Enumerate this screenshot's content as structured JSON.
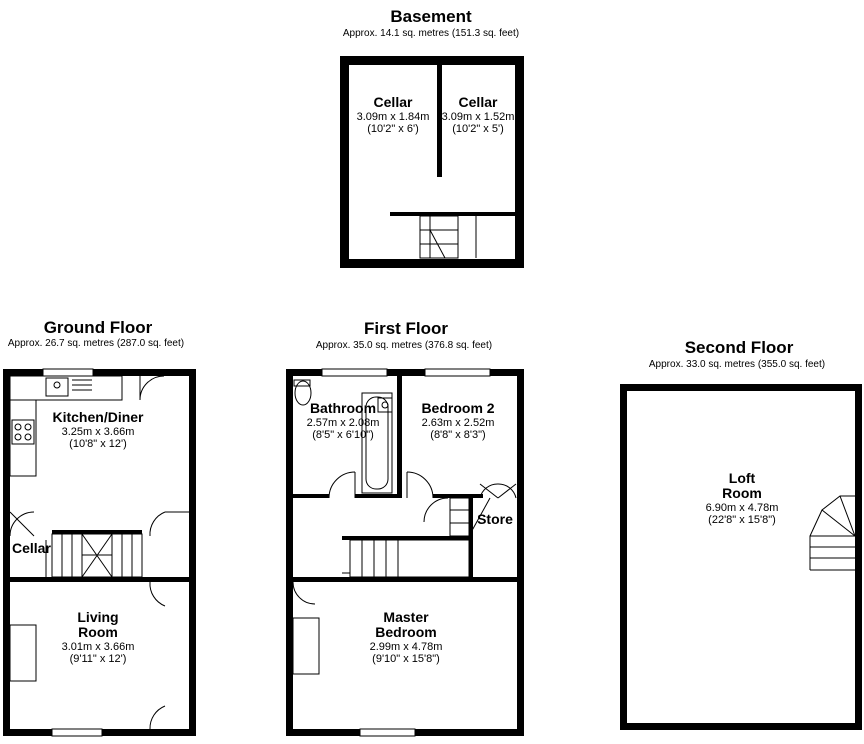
{
  "floors": {
    "basement": {
      "title": "Basement",
      "area": "Approx. 14.1 sq. metres (151.3 sq. feet)",
      "rooms": [
        {
          "name": "Cellar",
          "metric": "3.09m x 1.84m",
          "imperial": "(10'2\" x 6')"
        },
        {
          "name": "Cellar",
          "metric": "3.09m x 1.52m",
          "imperial": "(10'2\" x 5')"
        }
      ]
    },
    "ground": {
      "title": "Ground Floor",
      "area": "Approx. 26.7 sq. metres (287.0 sq. feet)",
      "rooms": [
        {
          "name": "Kitchen/Diner",
          "metric": "3.25m x 3.66m",
          "imperial": "(10'8\" x 12')"
        },
        {
          "name": "Cellar"
        },
        {
          "name_line1": "Living",
          "name_line2": "Room",
          "metric": "3.01m x 3.66m",
          "imperial": "(9'11\" x 12')"
        }
      ]
    },
    "first": {
      "title": "First Floor",
      "area": "Approx. 35.0 sq. metres (376.8 sq. feet)",
      "rooms": [
        {
          "name": "Bathroom",
          "metric": "2.57m x 2.08m",
          "imperial": "(8'5\" x 6'10\")"
        },
        {
          "name": "Bedroom 2",
          "metric": "2.63m x 2.52m",
          "imperial": "(8'8\" x 8'3\")"
        },
        {
          "name": "Store"
        },
        {
          "name_line1": "Master",
          "name_line2": "Bedroom",
          "metric": "2.99m x 4.78m",
          "imperial": "(9'10\" x 15'8\")"
        }
      ]
    },
    "second": {
      "title": "Second Floor",
      "area": "Approx. 33.0 sq. metres (355.0 sq. feet)",
      "rooms": [
        {
          "name_line1": "Loft",
          "name_line2": "Room",
          "metric": "6.90m x 4.78m",
          "imperial": "(22'8\" x 15'8\")"
        }
      ]
    }
  }
}
